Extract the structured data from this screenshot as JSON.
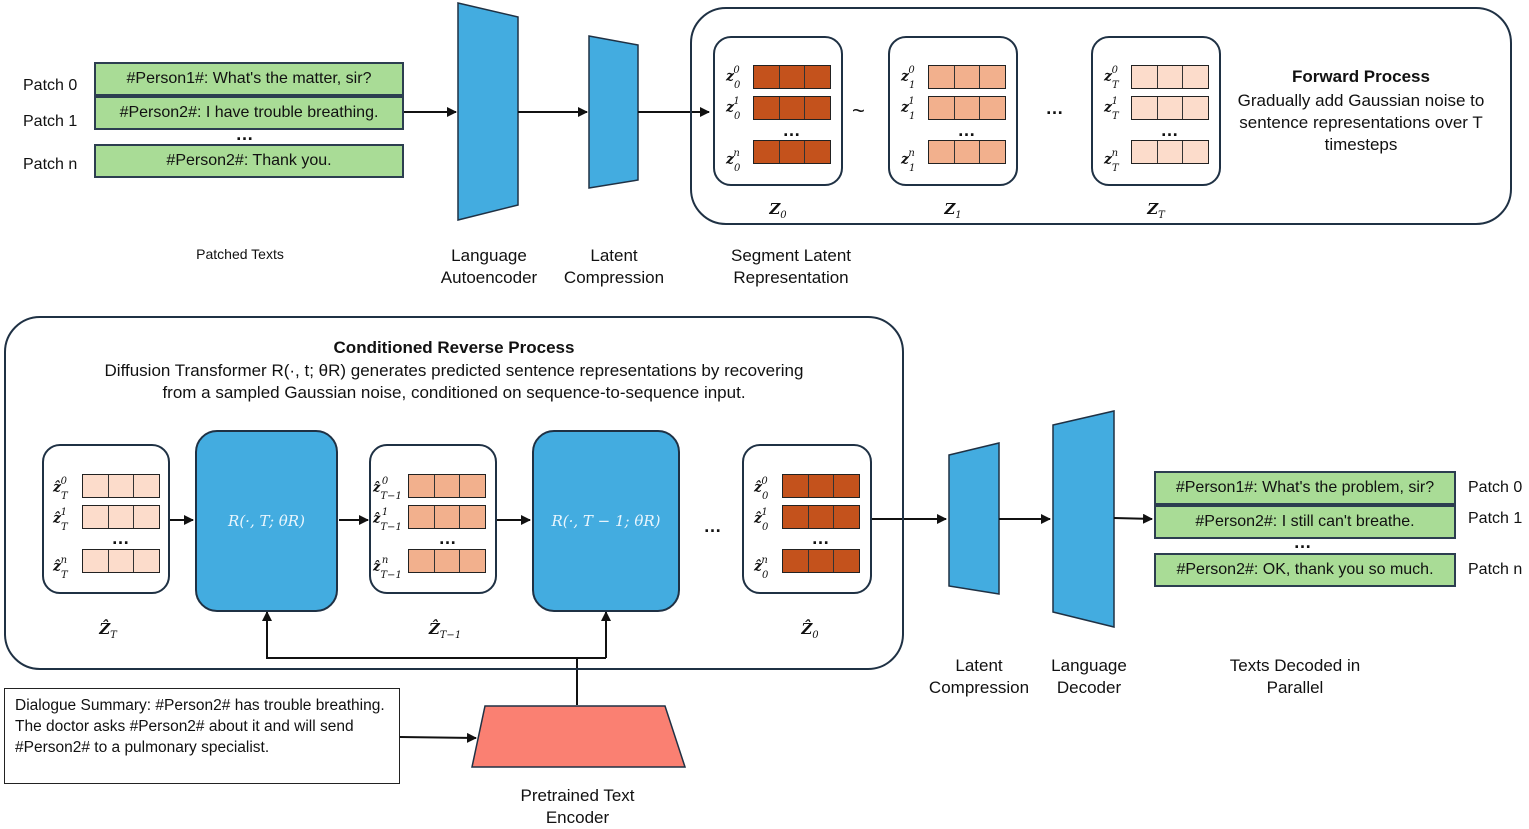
{
  "top": {
    "patch_labels": [
      "Patch 0",
      "Patch 1",
      "Patch n"
    ],
    "patch_texts": [
      "#Person1#: What's the matter, sir?",
      "#Person2#: I have trouble breathing.",
      "#Person2#: Thank you."
    ],
    "ellipsis": "…",
    "patched_texts_caption": "Patched Texts",
    "language_autoencoder_caption": "Language Autoencoder",
    "latent_compression_caption": "Latent Compression",
    "segment_latent_caption": "Segment Latent Representation",
    "tilde": "~",
    "between_dots": "…",
    "forward_title": "Forward Process",
    "forward_desc": "Gradually add Gaussian noise to sentence representations over T timesteps",
    "z_group_labels": [
      "Z0",
      "Z1",
      "ZT"
    ]
  },
  "bottom": {
    "reverse_title": "Conditioned Reverse Process",
    "reverse_desc": "Diffusion Transformer R(·, t; θR) generates predicted sentence representations by recovering from a sampled Gaussian noise, conditioned on sequence-to-sequence input.",
    "r_block_1": "R(·, T; θR)",
    "r_block_2": "R(·, T − 1; θR)",
    "between_dots": "…",
    "zhat_group_labels": [
      "ẐT",
      "ẐT−1",
      "Ẑ0"
    ],
    "summary_text": "Dialogue Summary: #Person2# has trouble breathing. The doctor asks #Person2# about it and will send #Person2# to a pulmonary specialist.",
    "encoder_caption": "Pretrained Text Encoder",
    "latent_compression_caption": "Latent Compression",
    "language_decoder_caption": "Language Decoder",
    "decoded_caption": "Texts Decoded in Parallel",
    "decoded_texts": [
      "#Person1#: What's the problem, sir?",
      "#Person2#: I still can't breathe.",
      "#Person2#: OK, thank you so much."
    ],
    "decoded_labels": [
      "Patch 0",
      "Patch 1",
      "Patch n"
    ]
  },
  "colors": {
    "green": "#a9dc96",
    "blue": "#43ace0",
    "dark_orange": "#c4521c",
    "mid_orange": "#f2b08d",
    "light_orange": "#fcdccb",
    "encoder_red": "#fa8072",
    "outline": "#1f3144"
  },
  "icons": [
    "arrow-right-icon",
    "arrow-up-icon"
  ]
}
